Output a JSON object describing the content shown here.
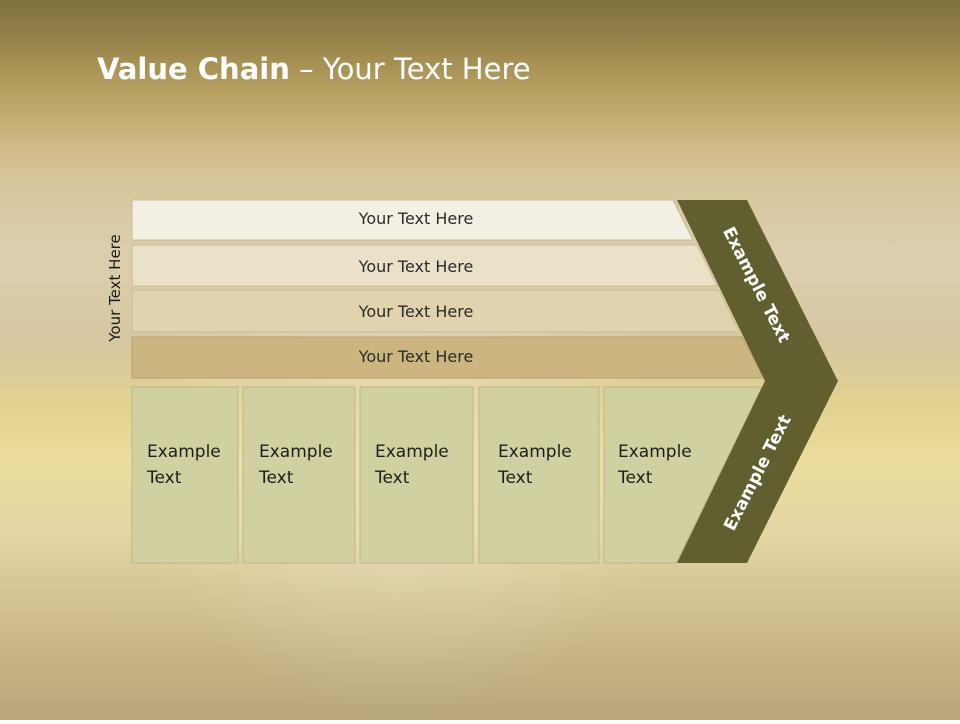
{
  "slide": {
    "title_bold": "Value Chain",
    "title_rest": " – Your Text Here",
    "side_label": "Your Text Here"
  },
  "rows": [
    {
      "label": "Your Text Here",
      "color": "#f3efe2"
    },
    {
      "label": "Your Text Here",
      "color": "#eae2c8"
    },
    {
      "label": "Your Text Here",
      "color": "#e0d3ad"
    },
    {
      "label": "Your Text Here",
      "color": "#ccb57e"
    }
  ],
  "boxes": [
    {
      "line1": "Example",
      "line2": "Text"
    },
    {
      "line1": "Example",
      "line2": "Text"
    },
    {
      "line1": "Example",
      "line2": "Text"
    },
    {
      "line1": "Example",
      "line2": "Text"
    },
    {
      "line1": "Example",
      "line2": "Text"
    }
  ],
  "arrow": {
    "upper_label": "Example Text",
    "lower_label": "Example Text",
    "color": "#615f30"
  },
  "colors": {
    "box_fill": "#d0d0a1",
    "box_stroke": "#b8b890"
  }
}
